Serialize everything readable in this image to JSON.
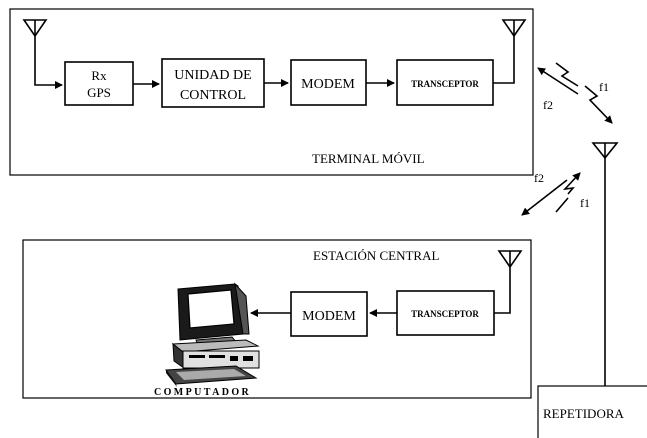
{
  "terminal_movil": {
    "title": "TERMINAL MÓVIL",
    "blocks": {
      "rx_gps_line1": "Rx",
      "rx_gps_line2": "GPS",
      "unidad_line1": "UNIDAD DE",
      "unidad_line2": "CONTROL",
      "modem": "MODEM",
      "transceptor": "TRANSCEPTOR"
    }
  },
  "estacion_central": {
    "title": "ESTACIÓN CENTRAL",
    "blocks": {
      "modem": "MODEM",
      "transceptor": "TRANSCEPTOR",
      "computador": "COMPUTADOR"
    }
  },
  "repetidora": {
    "label": "REPETIDORA"
  },
  "links": {
    "upper_f1": "f1",
    "upper_f2": "f2",
    "lower_f2": "f2",
    "lower_f1": "f1"
  }
}
